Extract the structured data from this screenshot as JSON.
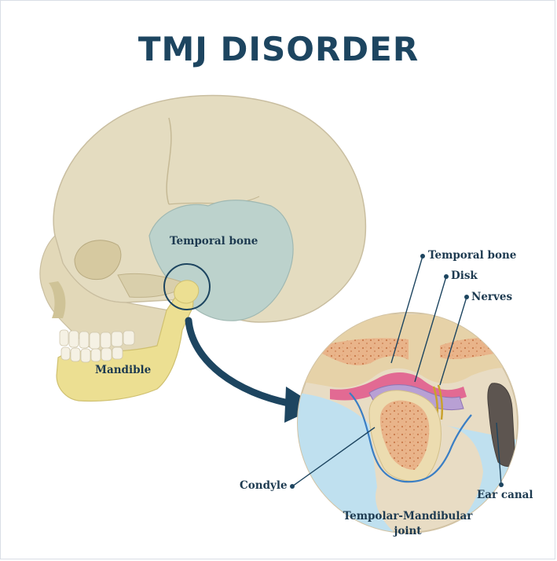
{
  "title": "TMJ DISORDER",
  "labels": {
    "temporal_bone_skull": "Temporal bone",
    "mandible": "Mandible",
    "temporal_bone_detail": "Temporal bone",
    "disk": "Disk",
    "nerves": "Nerves",
    "condyle": "Condyle",
    "ear_canal": "Ear canal",
    "joint_line1": "Tempolar-Mandibular",
    "joint_line2": "joint"
  },
  "colors": {
    "title": "#1d4560",
    "skull": "#e4dcc0",
    "temporal": "#bcd2cc",
    "mandible": "#ecdf92",
    "arrow": "#1d4560",
    "detail_bg": "#e8dcc4",
    "bone_marrow": "#e9b48a",
    "disk": "#b8a0d4",
    "cartilage": "#e26a93",
    "fluid": "#bfe0ef",
    "nerve": "#e3c44e",
    "ear_canal": "#5d5550"
  }
}
